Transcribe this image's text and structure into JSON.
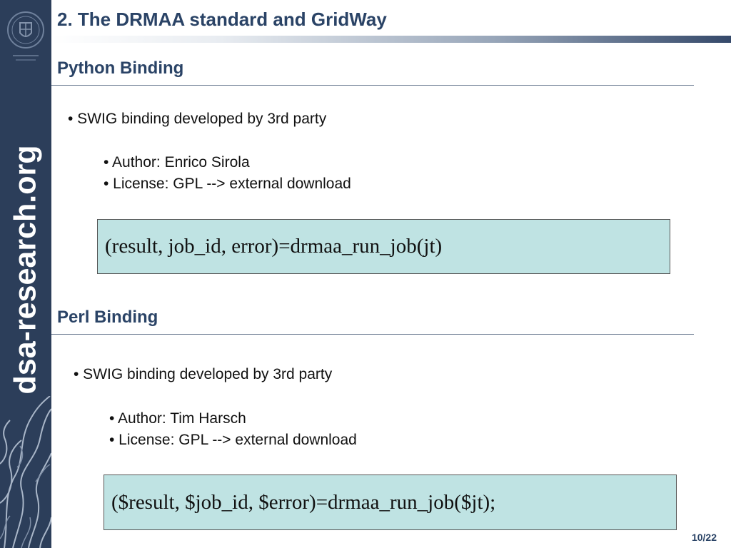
{
  "slide": {
    "title": "2. The DRMAA standard and GridWay",
    "sidebar_text": "dsa-research.org",
    "page_number": "10/22"
  },
  "sections": [
    {
      "heading": "Python Binding",
      "bullet": "• SWIG binding developed by 3rd party",
      "sub_bullets": [
        "• Author: Enrico Sirola",
        "• License: GPL   --> external download"
      ],
      "code": "(result, job_id, error)=drmaa_run_job(jt)"
    },
    {
      "heading": "Perl Binding",
      "bullet": "• SWIG binding developed by 3rd party",
      "sub_bullets": [
        "• Author: Tim Harsch",
        "• License: GPL   --> external download"
      ],
      "code": "($result, $job_id, $error)=drmaa_run_job($jt);"
    }
  ],
  "colors": {
    "sidebar": "#2c3e5a",
    "heading": "#2a4366",
    "code_background": "#bfe3e3"
  }
}
